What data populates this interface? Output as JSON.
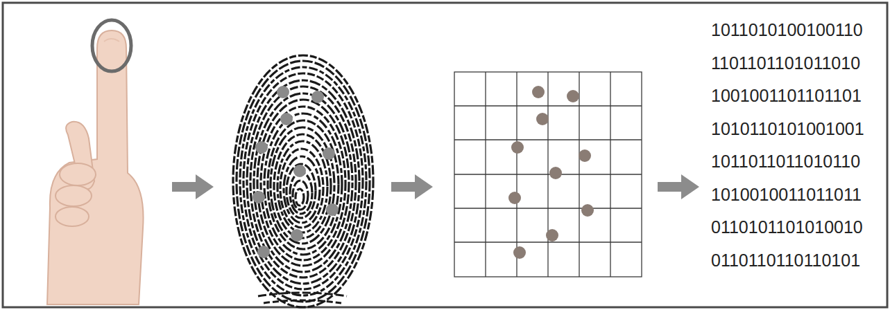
{
  "diagram": {
    "labels": [
      "1011010100100110",
      "1101101101011010",
      "1001001101101101",
      "1010110101001001",
      "1011011011010110",
      "1010010011011011",
      "0110101101010010",
      "0110110110110101"
    ]
  }
}
